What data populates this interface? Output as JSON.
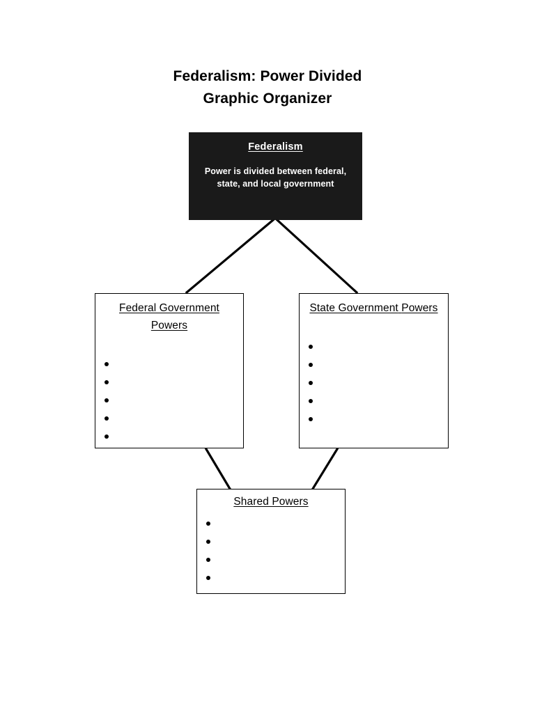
{
  "document": {
    "title_lines": [
      "Federalism: Power Divided",
      "Graphic Organizer"
    ]
  },
  "colors": {
    "root_box_fill": "#1a1a1a",
    "root_box_text": "#ffffff",
    "box_border": "#000000",
    "connector_line": "#000000",
    "page_background": "#ffffff"
  },
  "diagram": {
    "root": {
      "heading": "Federalism",
      "body": "Power is divided between federal, state, and local government"
    },
    "branches": [
      {
        "id": "federal",
        "heading_lines": [
          "Federal Government",
          "Powers"
        ],
        "bullets": [
          "",
          "",
          "",
          "",
          ""
        ]
      },
      {
        "id": "state",
        "heading_lines": [
          "State Government",
          "Powers"
        ],
        "bullets": [
          "",
          "",
          "",
          "",
          ""
        ]
      }
    ],
    "shared": {
      "id": "shared",
      "heading_lines": [
        "Shared Powers"
      ],
      "bullets": [
        "",
        "",
        "",
        ""
      ]
    }
  }
}
